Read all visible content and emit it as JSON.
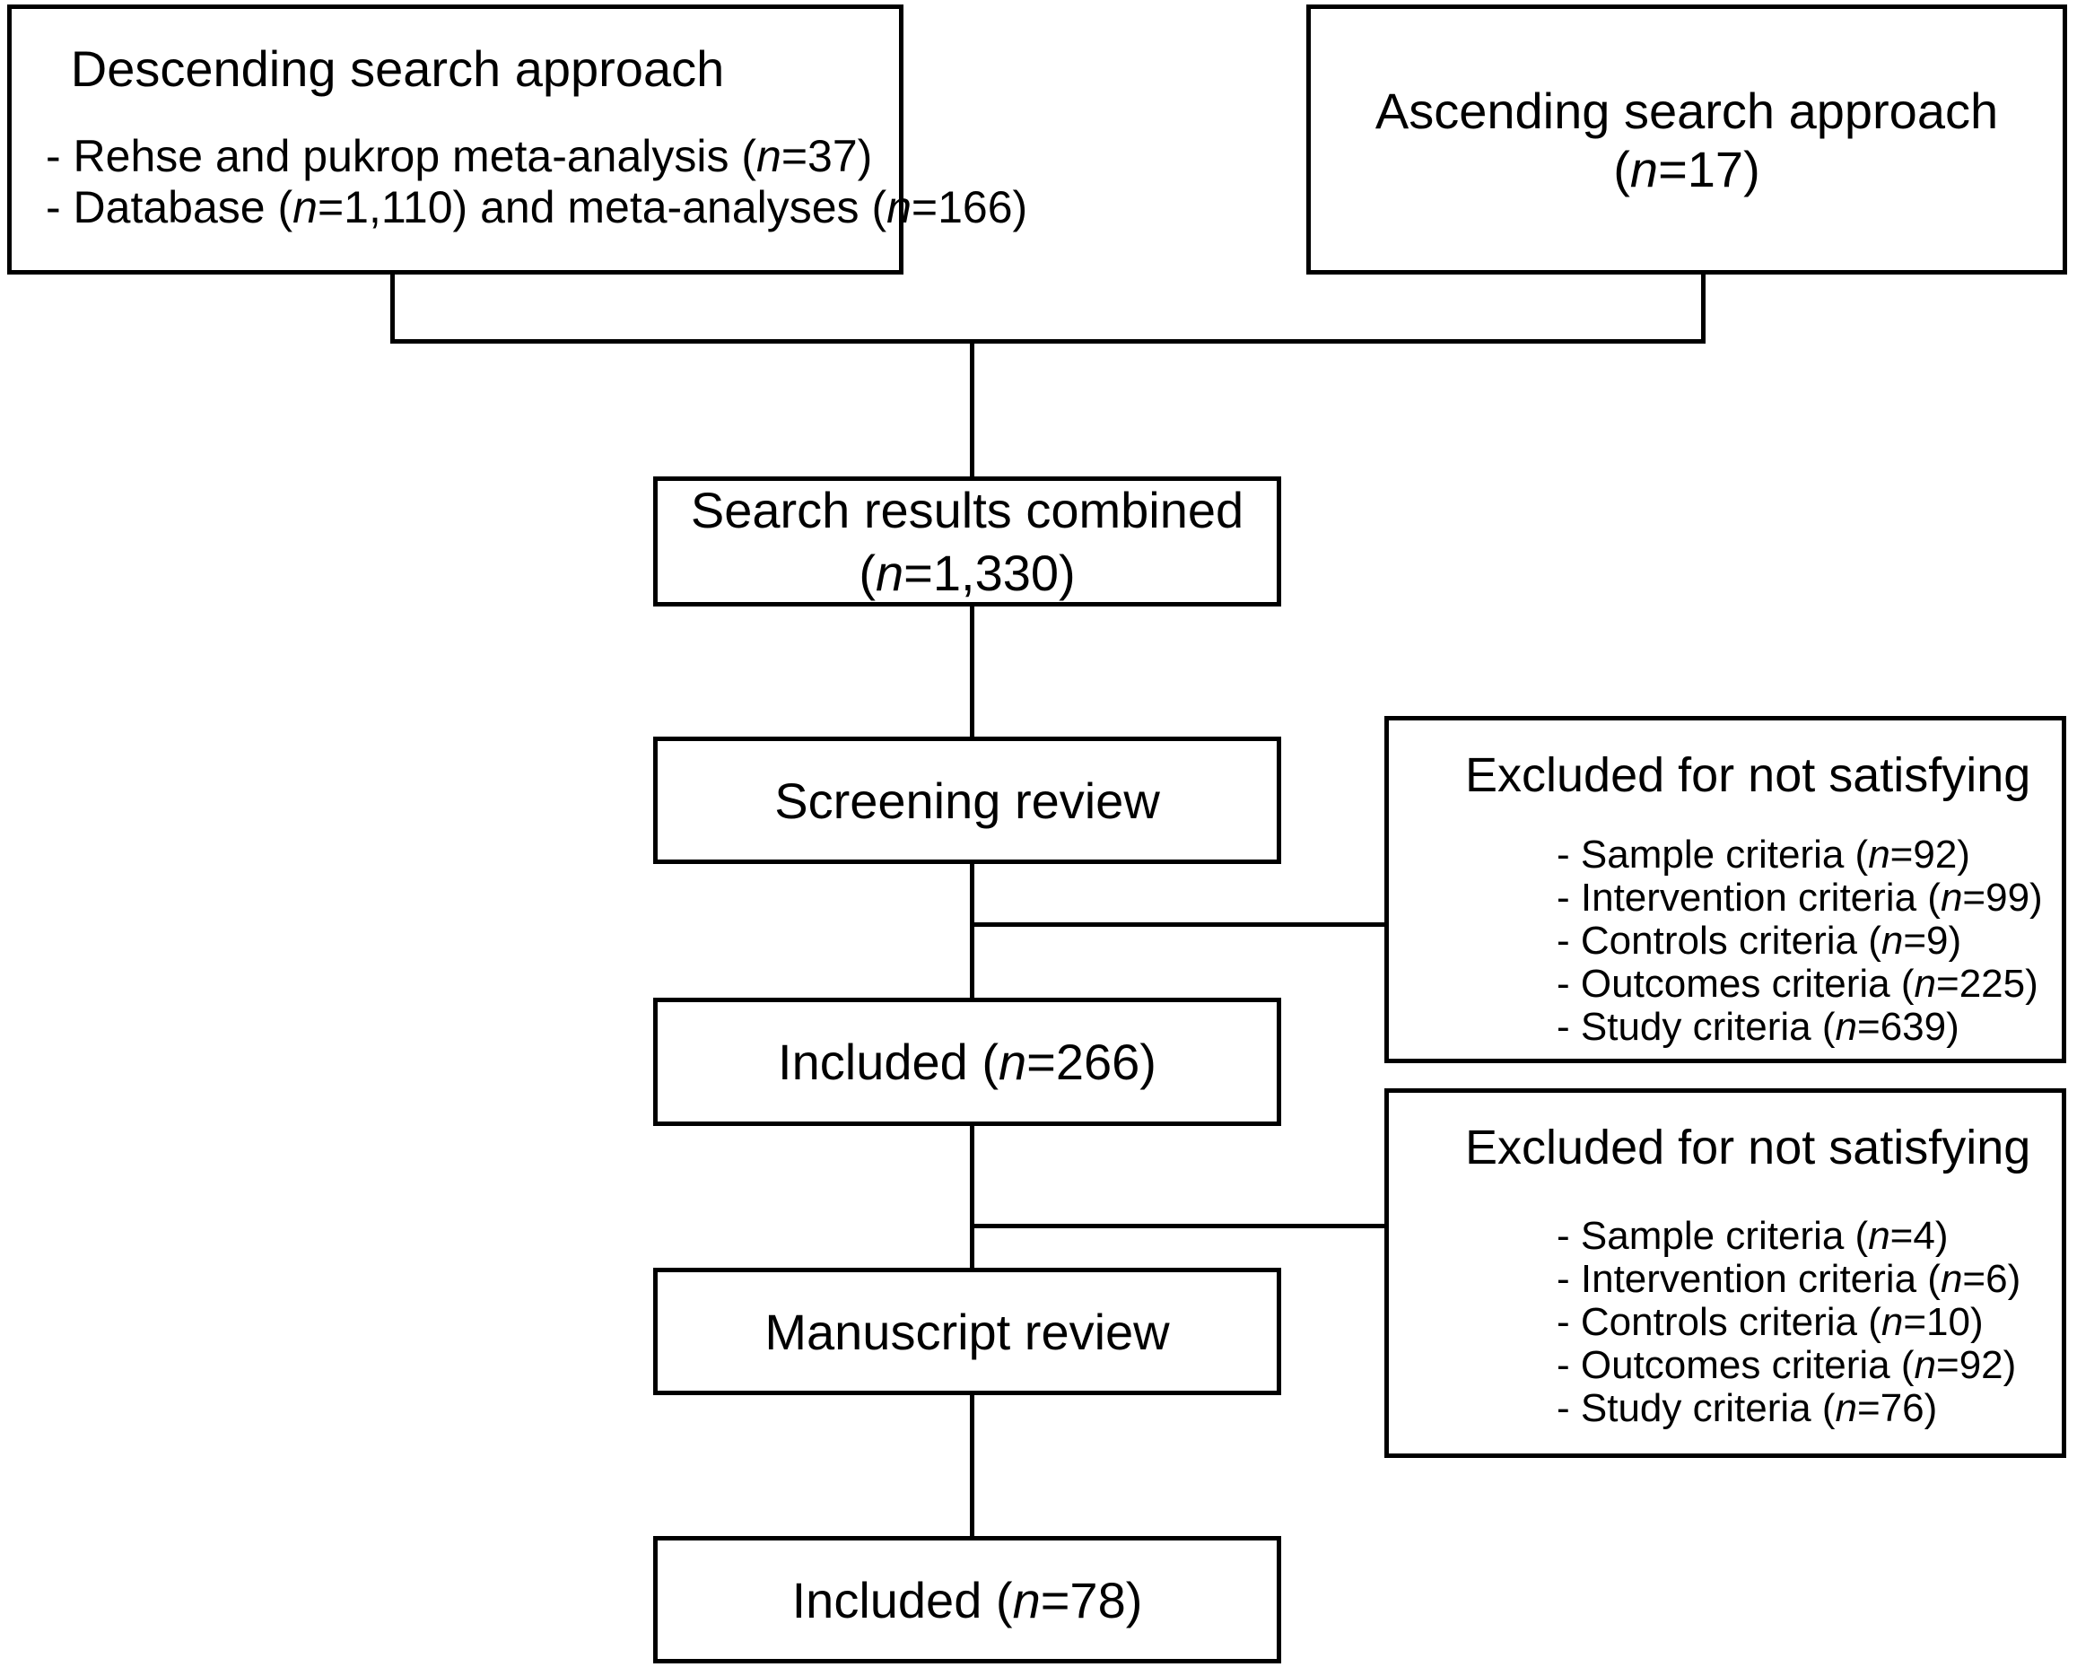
{
  "diagram": {
    "colors": {
      "line": "#000000",
      "background": "#ffffff",
      "text": "#000000"
    },
    "descending": {
      "title": "Descending search approach",
      "items": [
        [
          {
            "t": "- Rehse and pukrop meta-analysis (",
            "i": false
          },
          {
            "t": "n",
            "i": true
          },
          {
            "t": "=37)",
            "i": false
          }
        ],
        [
          {
            "t": "- Database (",
            "i": false
          },
          {
            "t": "n",
            "i": true
          },
          {
            "t": "=1,110) and meta-analyses (",
            "i": false
          },
          {
            "t": "n",
            "i": true
          },
          {
            "t": "=166)",
            "i": false
          }
        ]
      ]
    },
    "ascending": {
      "label": [
        {
          "t": "Ascending search approach (",
          "i": false
        },
        {
          "t": "n",
          "i": true
        },
        {
          "t": "=17)",
          "i": false
        }
      ]
    },
    "combined": {
      "line1": "Search results combined",
      "line2": [
        {
          "t": "(",
          "i": false
        },
        {
          "t": "n",
          "i": true
        },
        {
          "t": "=1,330)",
          "i": false
        }
      ]
    },
    "screening": {
      "label": "Screening review"
    },
    "excluded1": {
      "title": "Excluded for not satisfying",
      "items": [
        [
          {
            "t": "- Sample criteria (",
            "i": false
          },
          {
            "t": "n",
            "i": true
          },
          {
            "t": "=92)",
            "i": false
          }
        ],
        [
          {
            "t": "- Intervention criteria (",
            "i": false
          },
          {
            "t": "n",
            "i": true
          },
          {
            "t": "=99)",
            "i": false
          }
        ],
        [
          {
            "t": "- Controls criteria (",
            "i": false
          },
          {
            "t": "n",
            "i": true
          },
          {
            "t": "=9)",
            "i": false
          }
        ],
        [
          {
            "t": "- Outcomes criteria (",
            "i": false
          },
          {
            "t": "n",
            "i": true
          },
          {
            "t": "=225)",
            "i": false
          }
        ],
        [
          {
            "t": "- Study criteria (",
            "i": false
          },
          {
            "t": "n",
            "i": true
          },
          {
            "t": "=639)",
            "i": false
          }
        ]
      ]
    },
    "included266": {
      "label": [
        {
          "t": "Included (",
          "i": false
        },
        {
          "t": "n",
          "i": true
        },
        {
          "t": "=266)",
          "i": false
        }
      ]
    },
    "excluded2": {
      "title": "Excluded for not satisfying",
      "items": [
        [
          {
            "t": "- Sample criteria (",
            "i": false
          },
          {
            "t": "n",
            "i": true
          },
          {
            "t": "=4)",
            "i": false
          }
        ],
        [
          {
            "t": "- Intervention criteria (",
            "i": false
          },
          {
            "t": "n",
            "i": true
          },
          {
            "t": "=6)",
            "i": false
          }
        ],
        [
          {
            "t": "- Controls criteria (",
            "i": false
          },
          {
            "t": "n",
            "i": true
          },
          {
            "t": "=10)",
            "i": false
          }
        ],
        [
          {
            "t": "- Outcomes criteria (",
            "i": false
          },
          {
            "t": "n",
            "i": true
          },
          {
            "t": "=92)",
            "i": false
          }
        ],
        [
          {
            "t": "- Study criteria (",
            "i": false
          },
          {
            "t": "n",
            "i": true
          },
          {
            "t": "=76)",
            "i": false
          }
        ]
      ]
    },
    "manuscript": {
      "label": "Manuscript review"
    },
    "included78": {
      "label": [
        {
          "t": "Included (",
          "i": false
        },
        {
          "t": "n",
          "i": true
        },
        {
          "t": "=78)",
          "i": false
        }
      ]
    }
  }
}
